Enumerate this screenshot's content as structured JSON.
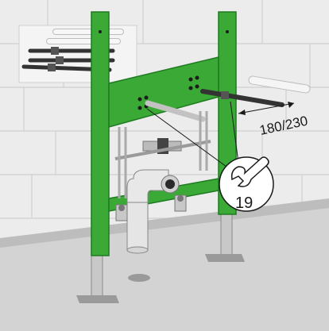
{
  "annotations": {
    "dimension_text": "180/230",
    "wrench_size": "19"
  },
  "colors": {
    "frame_green": "#3aa935",
    "frame_green_dark": "#1f7a22",
    "wall_gray": "#e6e6e6",
    "floor_gray": "#cfcfcf",
    "rod_dark": "#3a3a3a",
    "pipe_light": "#f2f2f2"
  },
  "icons": {
    "wrench": "wrench-icon",
    "rods_inset": "threaded-rods-inset"
  }
}
